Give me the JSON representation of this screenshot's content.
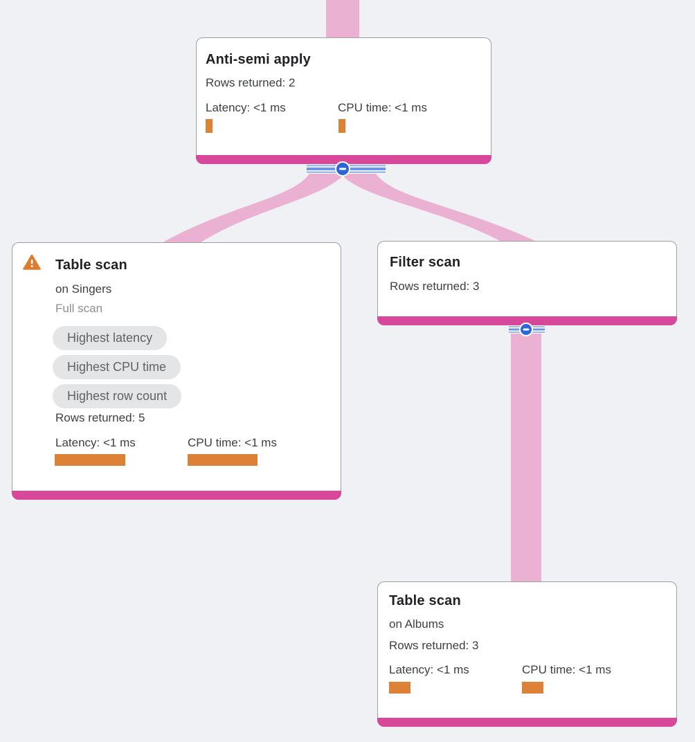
{
  "diagram": {
    "kind": "query-execution-plan-tree",
    "background": "#f0f1f4",
    "edge_color": "#eab1d3",
    "node_accent_color": "#d7479a",
    "metric_bar_color": "#dd8136",
    "warning_color": "#dd7c2e",
    "collapse_button_color": "#2b67d9",
    "chip_background": "#e4e5e7"
  },
  "icons": {
    "warning": "warning-triangle-icon",
    "collapse": "minus-circle-icon"
  },
  "nodes": [
    {
      "title": "Anti-semi apply",
      "rows_returned": "Rows returned: 2",
      "latency_label": "Latency: <1 ms",
      "cpu_label": "CPU time: <1 ms"
    },
    {
      "title": "Table scan",
      "subtitle": "on Singers",
      "scan_type": "Full scan",
      "chips": [
        "Highest latency",
        "Highest CPU time",
        "Highest row count"
      ],
      "rows_returned": "Rows returned: 5",
      "latency_label": "Latency: <1 ms",
      "cpu_label": "CPU time: <1 ms"
    },
    {
      "title": "Filter scan",
      "rows_returned": "Rows returned: 3"
    },
    {
      "title": "Table scan",
      "subtitle": "on Albums",
      "rows_returned": "Rows returned: 3",
      "latency_label": "Latency: <1 ms",
      "cpu_label": "CPU time: <1 ms"
    }
  ]
}
